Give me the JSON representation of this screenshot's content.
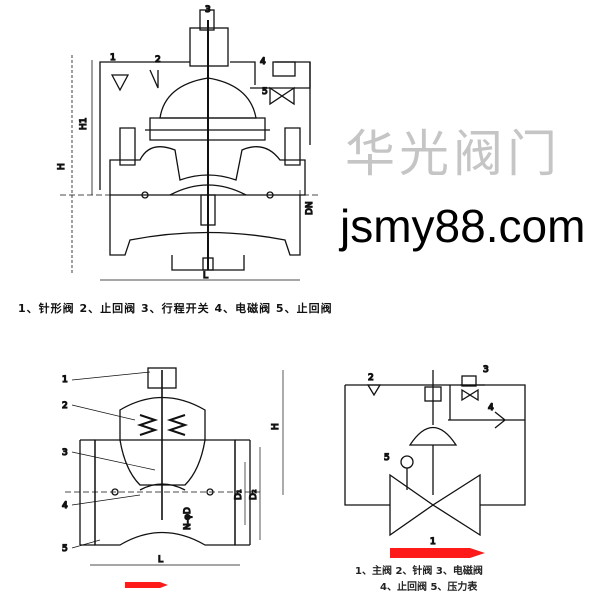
{
  "top_diagram": {
    "part_numbers": [
      "1",
      "2",
      "3",
      "4",
      "5"
    ],
    "dimensions": {
      "H": "H",
      "H1": "H1",
      "DN": "DN",
      "L": "L"
    },
    "legend": "1、针形阀   2、止回阀   3、行程开关   4、电磁阀   5、止回阀"
  },
  "bottom_left_diagram": {
    "part_numbers": [
      "1",
      "2",
      "3",
      "4",
      "5"
    ],
    "dimensions": {
      "H": "H",
      "D2": "D₂",
      "D1": "D₁",
      "ND": "N-φD",
      "L": "L"
    }
  },
  "bottom_right_diagram": {
    "part_numbers": [
      "1",
      "2",
      "3",
      "4",
      "5"
    ],
    "legend_line1": "1、主阀  2、针阀  3、电磁阀",
    "legend_line2": "4、止回阀   5、压力表"
  },
  "watermarks": {
    "brand": "华光阀门",
    "site": "jsmy88.com"
  },
  "colors": {
    "flow_arrow": "#ff1a1a",
    "line": "#111111"
  }
}
